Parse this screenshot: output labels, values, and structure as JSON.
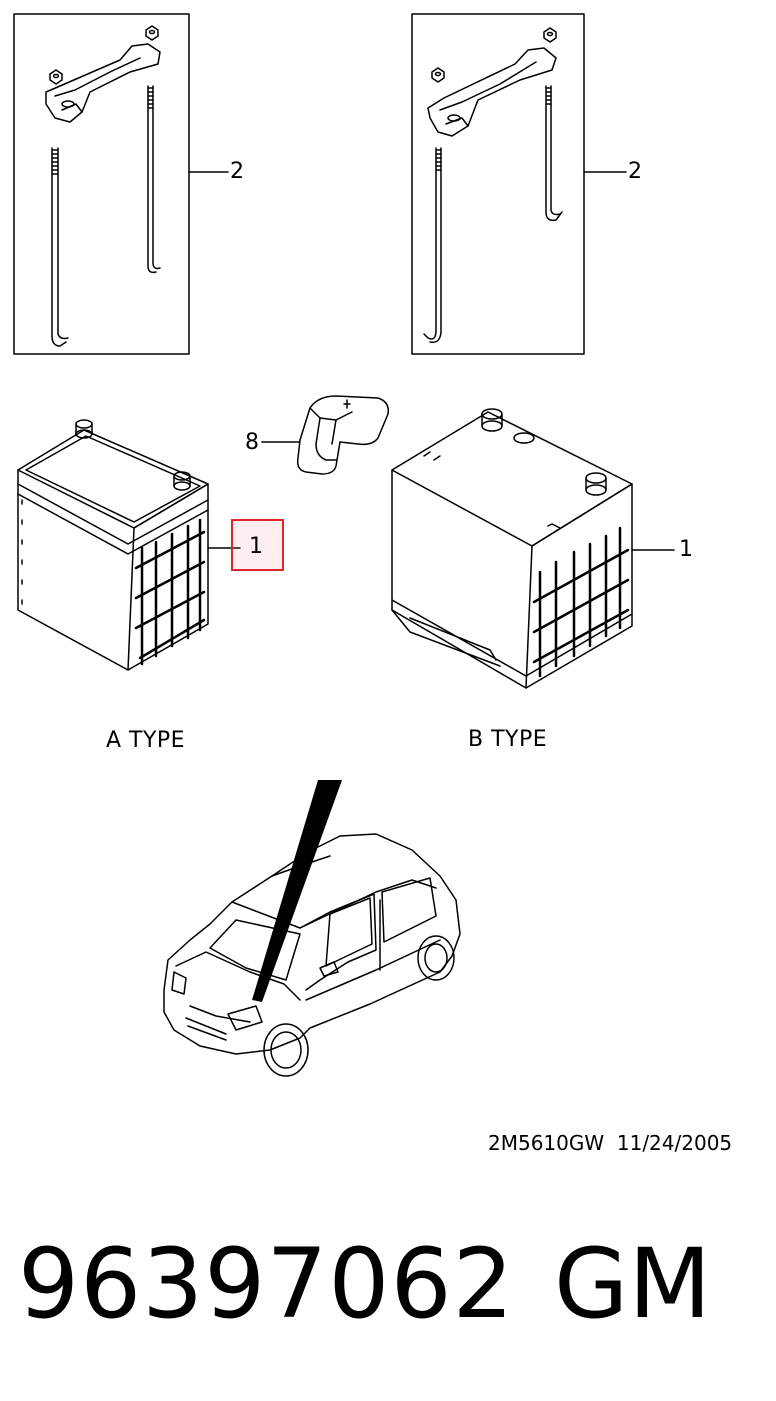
{
  "diagram": {
    "callouts": {
      "bracket_a": "2",
      "bracket_b": "2",
      "terminal_cover": "8",
      "battery_a": "1",
      "battery_b": "1"
    },
    "type_labels": {
      "a": "A TYPE",
      "b": "B TYPE"
    },
    "reference_code": "2M5610GW  11/24/2005",
    "colors": {
      "highlight": "#e0262b"
    }
  },
  "footer": {
    "part_number": "96397062",
    "brand": "GM"
  }
}
